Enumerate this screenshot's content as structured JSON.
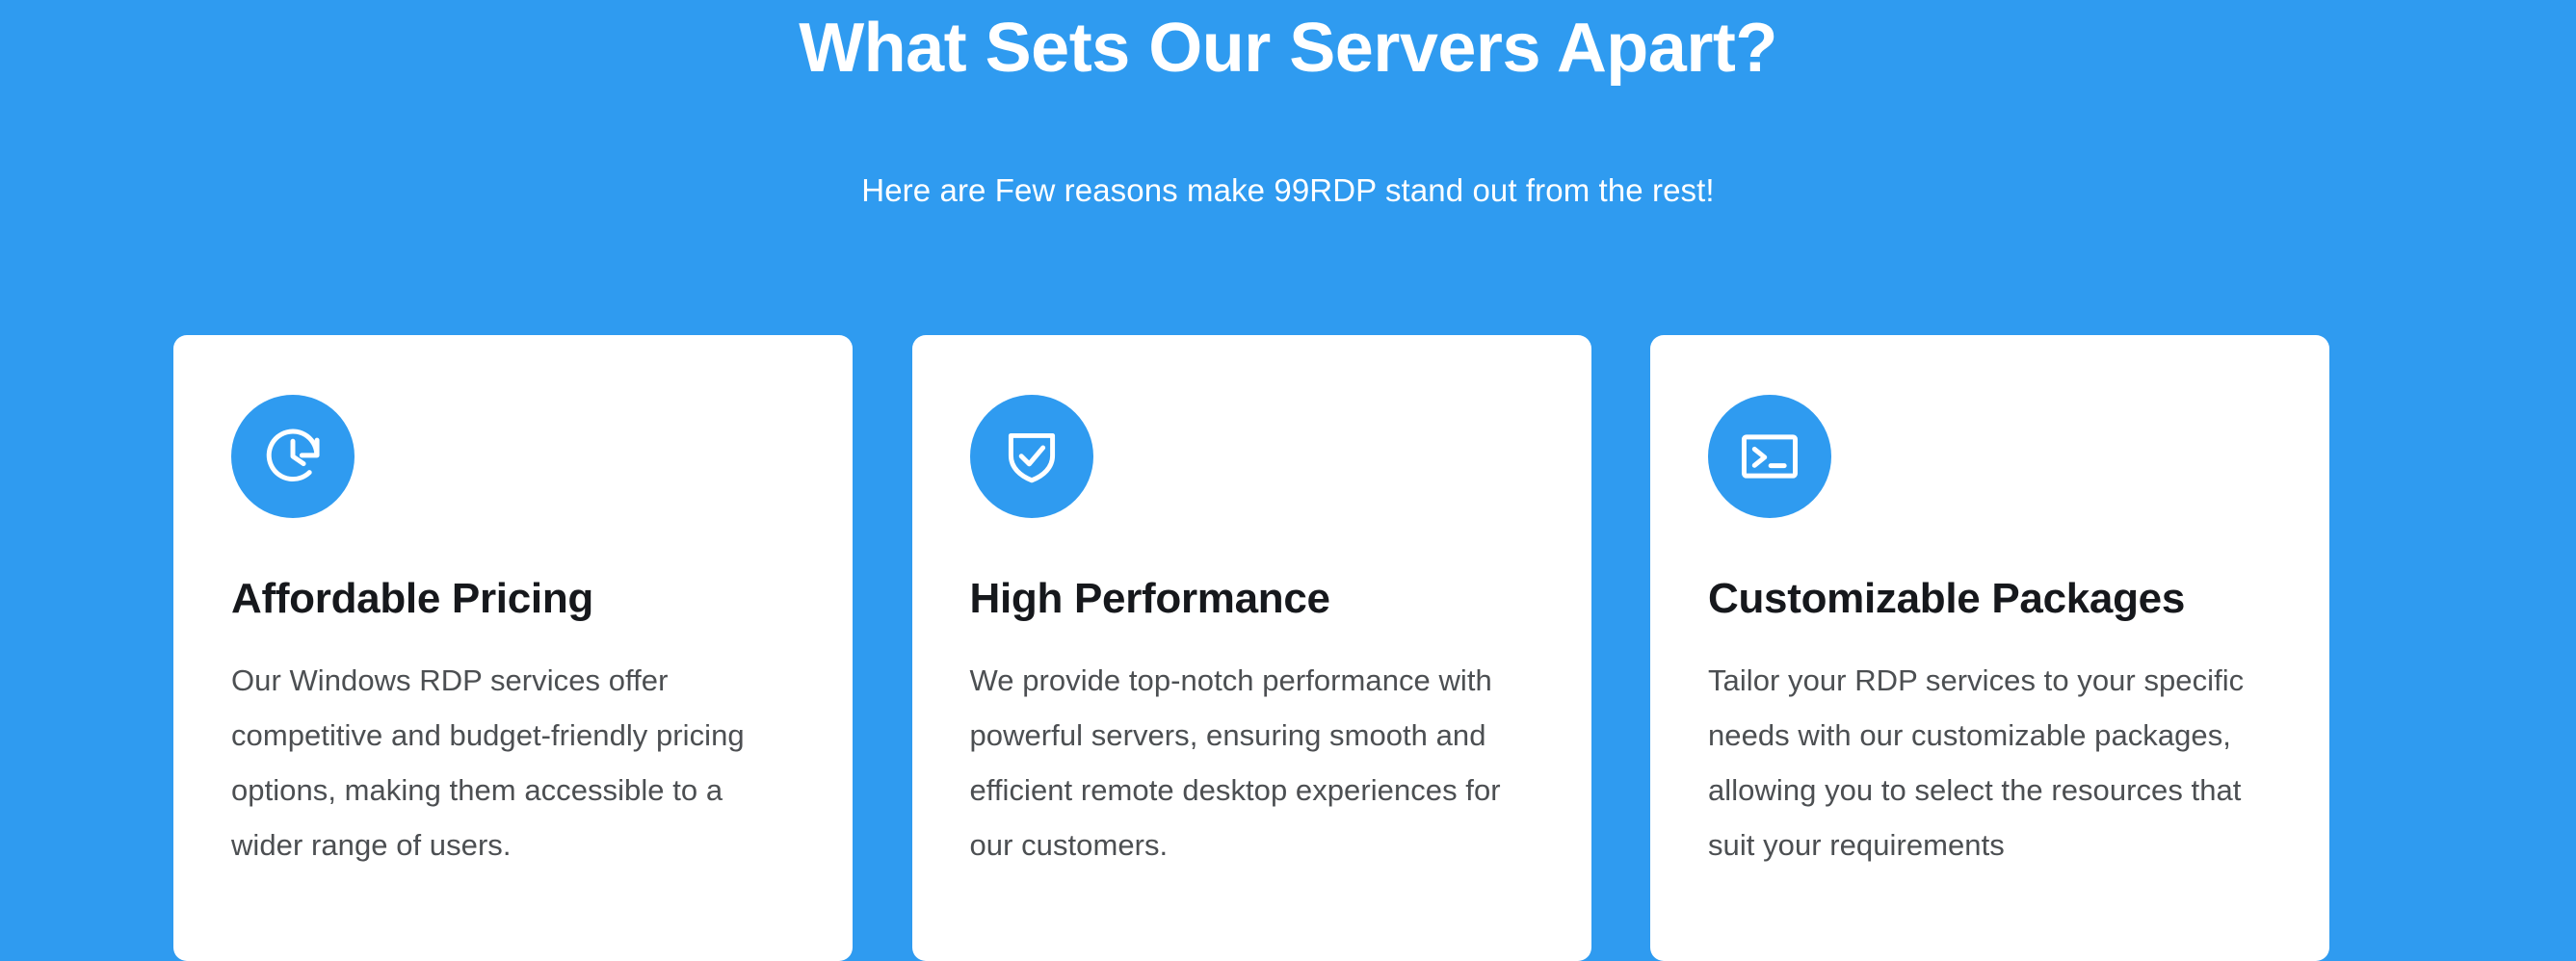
{
  "theme": {
    "background_color": "#2f9bf0",
    "card_background": "#ffffff",
    "heading_color": "#ffffff",
    "title_color": "#16181c",
    "body_color": "#4c4f52",
    "icon_circle_color": "#2f9bf0",
    "icon_glyph_color": "#ffffff"
  },
  "header": {
    "title": "What Sets Our Servers Apart?",
    "subtitle": "Here are Few reasons make 99RDP stand out from the rest!"
  },
  "cards": [
    {
      "icon": "clock-rotate-icon",
      "title": "Affordable Pricing",
      "body": "Our Windows RDP services offer competitive and budget-friendly pricing options, making them accessible to a wider range of users."
    },
    {
      "icon": "shield-check-icon",
      "title": "High Performance",
      "body": "We provide top-notch performance with powerful servers, ensuring smooth and efficient remote desktop experiences for our customers."
    },
    {
      "icon": "terminal-icon",
      "title": "Customizable Packages",
      "body": "Tailor your RDP services to your specific needs with our customizable packages, allowing you to select the resources that suit your requirements"
    }
  ]
}
